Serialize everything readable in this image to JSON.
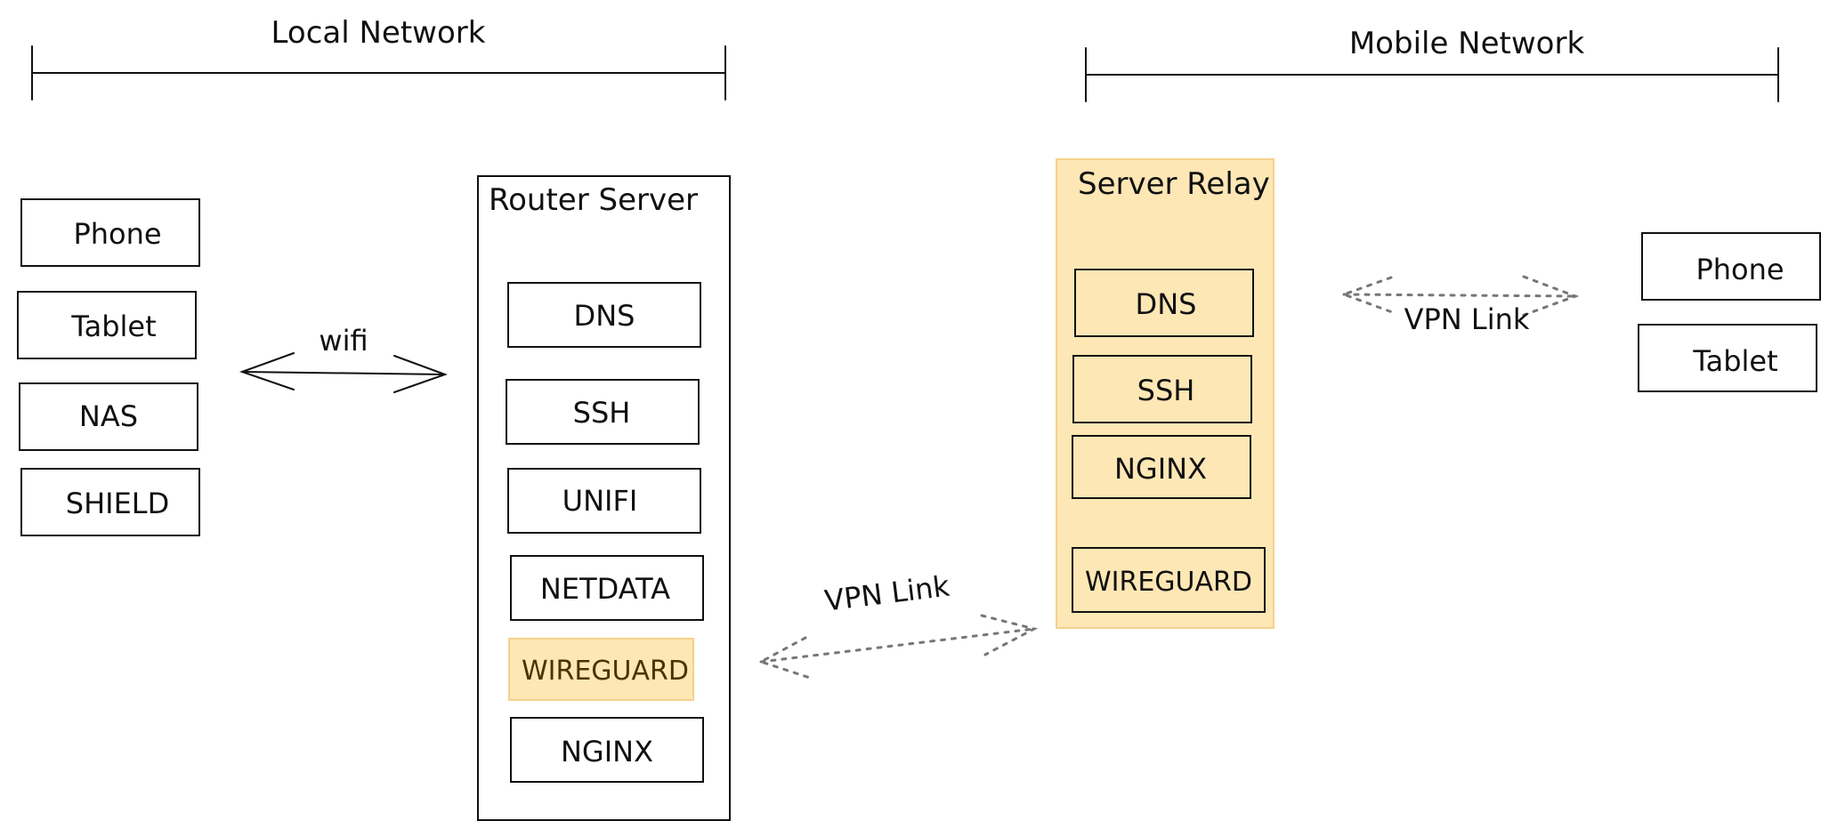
{
  "diagram": {
    "local_network": {
      "label": "Local Network",
      "devices": [
        "Phone",
        "Tablet",
        "NAS",
        "SHIELD"
      ],
      "link_label": "wifi"
    },
    "router_server": {
      "label": "Router Server",
      "services": [
        "DNS",
        "SSH",
        "UNIFI",
        "NETDATA",
        "WIREGUARD",
        "NGINX"
      ]
    },
    "vpn_link_bottom": {
      "label": "VPN Link"
    },
    "server_relay": {
      "label": "Server Relay",
      "services": [
        "DNS",
        "SSH",
        "NGINX",
        "WIREGUARD"
      ]
    },
    "mobile_network": {
      "label": "Mobile Network",
      "devices": [
        "Phone",
        "Tablet"
      ],
      "link_label": "VPN Link"
    }
  },
  "colors": {
    "highlight_fill": "#fde7b5",
    "highlight_border": "#f5d08d",
    "ink": "#111111",
    "dotted_link": "#777777"
  }
}
